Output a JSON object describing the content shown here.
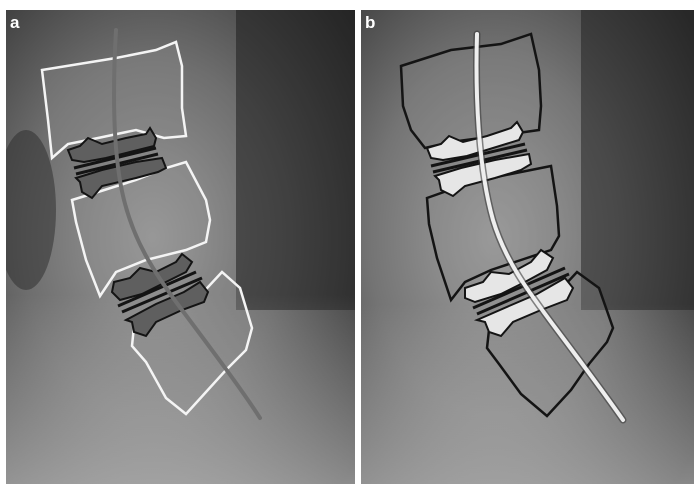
{
  "figure": {
    "panels": [
      {
        "letter": "a",
        "outline_color": "#f4f4f4",
        "rod_color": "#6f6f6f"
      },
      {
        "letter": "b",
        "outline_color": "#141414",
        "rod_color": "#eeeeee"
      }
    ],
    "icons": [
      "spine-xray-image",
      "vertebra-outline",
      "spinal-rod",
      "disc-spacer"
    ]
  }
}
